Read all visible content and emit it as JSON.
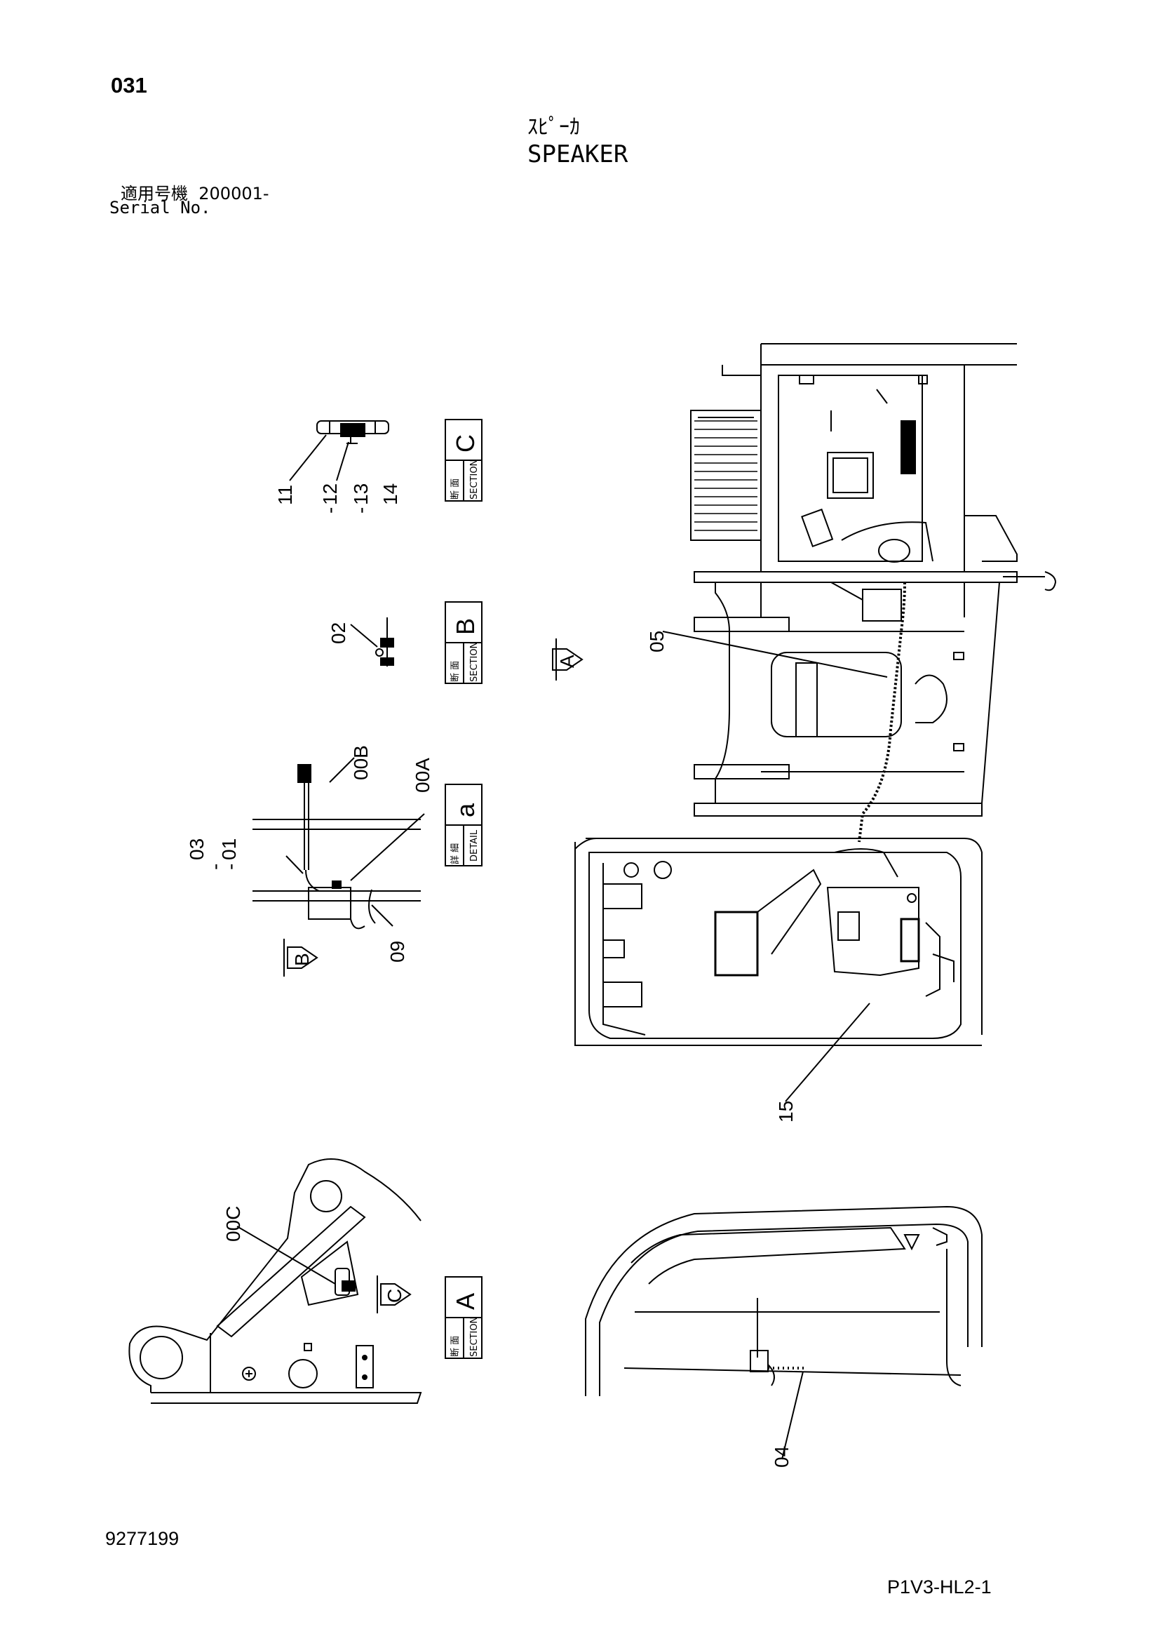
{
  "header": {
    "page_number": "031",
    "title_jp": "ｽﾋﾟｰｶ",
    "title_en": "SPEAKER",
    "serial_label_jp": "適用号機",
    "serial_value": "200001-",
    "serial_label_en": "Serial No."
  },
  "views": {
    "section_c": {
      "big": "C",
      "jp": "断 面",
      "small": "SECTION"
    },
    "section_b": {
      "big": "B",
      "jp": "断 面",
      "small": "SECTION"
    },
    "detail_a": {
      "big": "a",
      "jp": "詳 細",
      "small": "DETAIL"
    },
    "section_a": {
      "big": "A",
      "jp": "断 面",
      "small": "SECTION"
    }
  },
  "arrows": {
    "arrow_a": "A",
    "arrow_b": "B",
    "arrow_c": "C"
  },
  "callouts": {
    "c11": "11",
    "c12": "12",
    "c13": "13",
    "c14": "14",
    "c02": "02",
    "c05": "05",
    "c00b": "00B",
    "c00a": "00A",
    "c03": "03",
    "c01": "01",
    "c09": "09",
    "c15": "15",
    "c00c": "00C",
    "c04": "04",
    "dash1": "-",
    "dash2": "-",
    "dash3": "-",
    "dash4": "-"
  },
  "footer": {
    "part_number": "9277199",
    "drawing_code": "P1V3-HL2-1"
  }
}
